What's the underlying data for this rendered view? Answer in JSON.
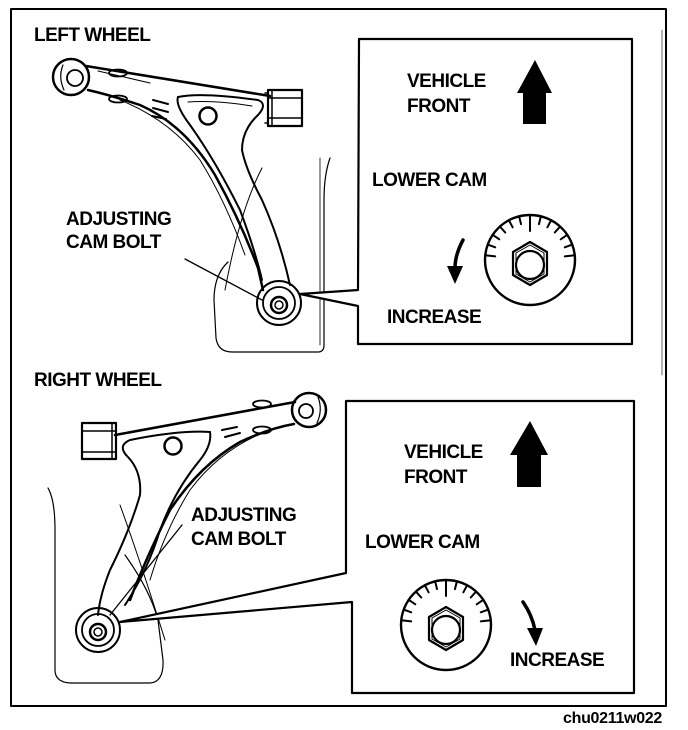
{
  "figure_id": "chu0211w022",
  "left_wheel": {
    "heading": "LEFT WHEEL",
    "callout": [
      "ADJUSTING",
      "CAM BOLT"
    ],
    "detail": {
      "direction": [
        "VEHICLE",
        "FRONT"
      ],
      "cam_label": "LOWER CAM",
      "rotation_label": "INCREASE",
      "rotation_direction": "counterclockwise"
    }
  },
  "right_wheel": {
    "heading": "RIGHT WHEEL",
    "callout": [
      "ADJUSTING",
      "CAM BOLT"
    ],
    "detail": {
      "direction": [
        "VEHICLE",
        "FRONT"
      ],
      "cam_label": "LOWER CAM",
      "rotation_label": "INCREASE",
      "rotation_direction": "clockwise"
    }
  },
  "colors": {
    "ink": "#000000",
    "paper": "#ffffff"
  }
}
